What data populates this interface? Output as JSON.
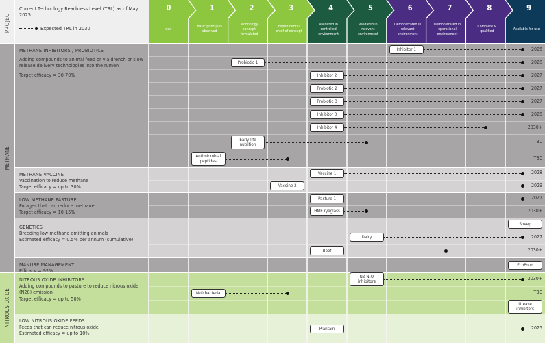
{
  "header": {
    "project_label": "PROJECT",
    "trl_title": "Current Technology Readiness Level (TRL) as of May 2025",
    "legend_label": "Expected TRL in 2030"
  },
  "stages": [
    {
      "num": "0",
      "label": "Idea",
      "color": "#8dc63f"
    },
    {
      "num": "1",
      "label": "Basic principles observed",
      "color": "#8dc63f"
    },
    {
      "num": "2",
      "label": "Technology concept formulated",
      "color": "#8dc63f"
    },
    {
      "num": "3",
      "label": "Experimental proof of concept",
      "color": "#8dc63f"
    },
    {
      "num": "4",
      "label": "Validated in controlled environment",
      "color": "#1d5b40"
    },
    {
      "num": "5",
      "label": "Validated in relevant environment",
      "color": "#1d5b40"
    },
    {
      "num": "6",
      "label": "Demonstrated in relevant environment",
      "color": "#4a2c82"
    },
    {
      "num": "7",
      "label": "Demonstrated in operational environment",
      "color": "#4a2c82"
    },
    {
      "num": "8",
      "label": "Complete & qualified",
      "color": "#4a2c82"
    },
    {
      "num": "9",
      "label": "Available for use",
      "color": "#0e3a5a"
    }
  ],
  "groups": [
    {
      "label": "METHANE",
      "color": "#a8a5a6"
    },
    {
      "label": "NITROUS OXIDE",
      "color": "#c3df9b"
    }
  ],
  "sections": [
    {
      "group": 0,
      "color": "#a8a5a6",
      "title": "METHANE INHIBITORS / PROBIOTICS",
      "lines": [
        "Adding compounds to animal feed or via drench or slow release delivery technologies into the rumen",
        "Target efficacy = 30-70%"
      ],
      "items": [
        {
          "label": "Inhibitor 1",
          "current": 6,
          "expected": 9,
          "year": "2026"
        },
        {
          "label": "Probiotic 1",
          "current": 2,
          "expected": 9,
          "year": "2028"
        },
        {
          "label": "Inhibitor 2",
          "current": 4,
          "expected": 9,
          "year": "2027"
        },
        {
          "label": "Probiotic 2",
          "current": 4,
          "expected": 9,
          "year": "2027"
        },
        {
          "label": "Probiotic 3",
          "current": 4,
          "expected": 9,
          "year": "2027"
        },
        {
          "label": "Inhibitor 3",
          "current": 4,
          "expected": 9,
          "year": "2028"
        },
        {
          "label": "Inhibitor 4",
          "current": 4,
          "expected": 8,
          "year": "2030+"
        },
        {
          "label": "Early life nutrition",
          "current": 2,
          "expected": 5,
          "year": "TBC"
        },
        {
          "label": "Antimicrobial peptides",
          "current": 1,
          "expected": 3,
          "year": "TBC"
        }
      ]
    },
    {
      "group": 0,
      "color": "#d4d2d3",
      "title": "METHANE VACCINE",
      "lines": [
        "Vaccination to reduce methane",
        "Target efficacy = up to 30%"
      ],
      "items": [
        {
          "label": "Vaccine 1",
          "current": 4,
          "expected": 9,
          "year": "2028"
        },
        {
          "label": "Vaccine 2",
          "current": 3,
          "expected": 9,
          "year": "2029"
        }
      ]
    },
    {
      "group": 0,
      "color": "#a8a5a6",
      "title": "LOW METHANE PASTURE",
      "lines": [
        "Forages that can reduce methane",
        "Target efficacy = 10-15%"
      ],
      "items": [
        {
          "label": "Pasture 1",
          "current": 4,
          "expected": 9,
          "year": "2027"
        },
        {
          "label": "HME ryeglass",
          "current": 4,
          "expected": 5,
          "year": "2030+"
        }
      ]
    },
    {
      "group": 0,
      "color": "#d4d2d3",
      "title": "GENETICS",
      "lines": [
        "Breeding low-methane emitting animals",
        "Estimated efficacy = 0.5% per annum (cumulative)"
      ],
      "items": [
        {
          "label": "Sheep",
          "current": 9,
          "expected": null,
          "year": ""
        },
        {
          "label": "Dairy",
          "current": 5,
          "expected": 9,
          "year": "2027"
        },
        {
          "label": "Beef",
          "current": 4,
          "expected": 7,
          "year": "2030+"
        }
      ]
    },
    {
      "group": 0,
      "color": "#a8a5a6",
      "title": "MANURE MANAGEMENT",
      "lines": [
        "Efficacy = 92%"
      ],
      "items": [
        {
          "label": "EcoPond",
          "current": 9,
          "expected": null,
          "year": ""
        }
      ]
    },
    {
      "group": 1,
      "color": "#c3df9b",
      "title": "NITROUS OXIDE INHIBITORS",
      "lines": [
        "Adding compounds to pasture to reduce nitrous oxide (N20) emission",
        "Target efficacy = up to 50%"
      ],
      "items": [
        {
          "label": "NZ N₂O inhibitors",
          "current": 5,
          "expected": 9,
          "year": "2030+"
        },
        {
          "label": "N₂O bacteria",
          "current": 1,
          "expected": 3,
          "year": "TBC"
        },
        {
          "label": "Urease inhibitors",
          "current": 9,
          "expected": null,
          "year": ""
        }
      ]
    },
    {
      "group": 1,
      "color": "#e6f1d7",
      "title": "LOW NITROUS OXIDE FEEDS",
      "lines": [
        "Feeds that can reduce nitrous oxide",
        "Estimated efficacy = up to 10%"
      ],
      "items": [
        {
          "label": "Plantain",
          "current": 4,
          "expected": 9,
          "year": "2025"
        }
      ]
    }
  ]
}
